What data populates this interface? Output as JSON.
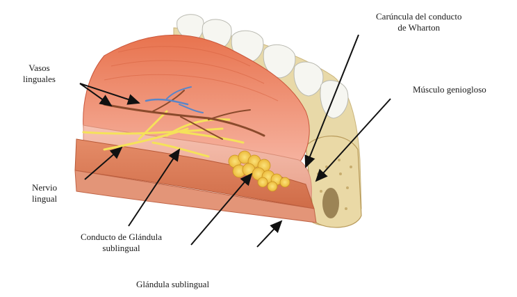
{
  "labels": {
    "caruncula_line1": "Carúncula del conducto",
    "caruncula_line2": "de Wharton",
    "musculo": "Músculo geniogloso",
    "vasos_line1": "Vasos",
    "vasos_line2": "linguales",
    "nervio_line1": "Nervio",
    "nervio_line2": "lingual",
    "conducto_line1": "Conducto de Glándula",
    "conducto_line2": "sublingual",
    "glandula": "Glándula sublingual"
  },
  "colors": {
    "tissue_pink": "#f2a48f",
    "muscle_red": "#e06a45",
    "tongue_orange": "#e8734e",
    "nerve_yellow": "#f5e25a",
    "vessel_brown": "#8a4a2c",
    "vessel_blue": "#5a86c8",
    "gland_yellow": "#f2c23a",
    "bone": "#e9dcaf",
    "tooth": "#f4f4ef"
  }
}
